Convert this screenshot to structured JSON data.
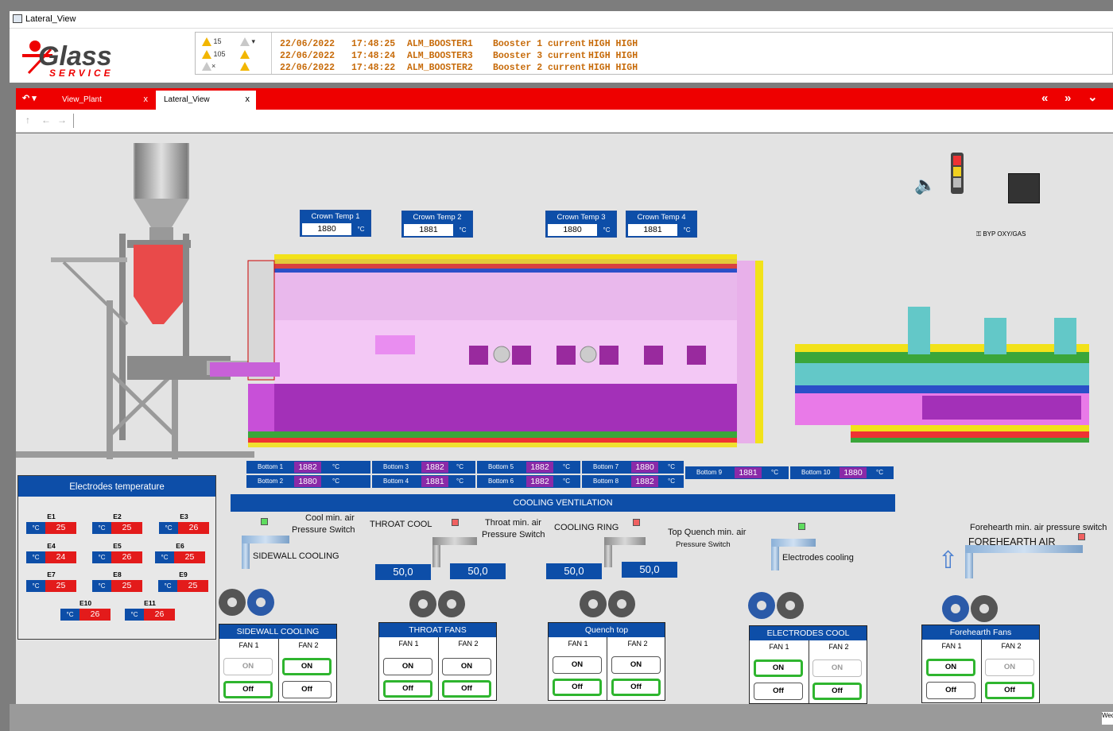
{
  "window": {
    "title": "Lateral_View"
  },
  "logo": {
    "word": "Glass",
    "sub": "SERVICE"
  },
  "alarms": {
    "count1": "15",
    "count2": "105",
    "rows": [
      {
        "date": "22/06/2022",
        "time": "17:48:25",
        "tag": "ALM_BOOSTER1",
        "desc": "Booster 1 current",
        "level": "HIGH HIGH"
      },
      {
        "date": "22/06/2022",
        "time": "17:48:24",
        "tag": "ALM_BOOSTER3",
        "desc": "Booster 3 current",
        "level": "HIGH HIGH"
      },
      {
        "date": "22/06/2022",
        "time": "17:48:22",
        "tag": "ALM_BOOSTER2",
        "desc": "Booster 2 current",
        "level": "HIGH HIGH"
      }
    ]
  },
  "tabs": [
    {
      "label": "View_Plant",
      "close": "x"
    },
    {
      "label": "Lateral_View",
      "close": "x"
    }
  ],
  "tabnav": {
    "prev": "«",
    "next": "»",
    "menu": "⌄"
  },
  "nav": {
    "up": "↑",
    "back": "←",
    "forward": "→"
  },
  "crown": [
    {
      "label": "Crown Temp 1",
      "value": "1880",
      "unit": "°C"
    },
    {
      "label": "Crown Temp 2",
      "value": "1881",
      "unit": "°C"
    },
    {
      "label": "Crown Temp 3",
      "value": "1880",
      "unit": "°C"
    },
    {
      "label": "Crown Temp 4",
      "value": "1881",
      "unit": "°C"
    }
  ],
  "byp": "BYP OXY/GAS",
  "bottom": [
    {
      "label": "Bottom 1",
      "value": "1882",
      "unit": "°C"
    },
    {
      "label": "Bottom 2",
      "value": "1880",
      "unit": "°C"
    },
    {
      "label": "Bottom 3",
      "value": "1882",
      "unit": "°C"
    },
    {
      "label": "Bottom 4",
      "value": "1881",
      "unit": "°C"
    },
    {
      "label": "Bottom 5",
      "value": "1882",
      "unit": "°C"
    },
    {
      "label": "Bottom 6",
      "value": "1882",
      "unit": "°C"
    },
    {
      "label": "Bottom 7",
      "value": "1880",
      "unit": "°C"
    },
    {
      "label": "Bottom 8",
      "value": "1882",
      "unit": "°C"
    },
    {
      "label": "Bottom 9",
      "value": "1881",
      "unit": "°C"
    },
    {
      "label": "Bottom 10",
      "value": "1880",
      "unit": "°C"
    }
  ],
  "electrodes": {
    "title": "Electrodes temperature",
    "unit": "°C",
    "items": [
      {
        "name": "E1",
        "value": "25"
      },
      {
        "name": "E2",
        "value": "25"
      },
      {
        "name": "E3",
        "value": "26"
      },
      {
        "name": "E4",
        "value": "24"
      },
      {
        "name": "E5",
        "value": "26"
      },
      {
        "name": "E6",
        "value": "25"
      },
      {
        "name": "E7",
        "value": "25"
      },
      {
        "name": "E8",
        "value": "25"
      },
      {
        "name": "E9",
        "value": "25"
      },
      {
        "name": "E10",
        "value": "26"
      },
      {
        "name": "E11",
        "value": "26"
      }
    ]
  },
  "cooling": {
    "title": "COOLING VENTILATION",
    "labels": {
      "cool_min_air": "Cool min. air",
      "pressure_switch": "Pressure Switch",
      "sidewall": "SIDEWALL COOLING",
      "throat": "THROAT COOL",
      "throat_min_air": "Throat min. air",
      "throat_ps": "Pressure Switch",
      "cooling_ring": "COOLING RING",
      "top_quench": "Top Quench min. air",
      "top_quench_ps": "Pressure Switch",
      "electrodes_cooling": "Electrodes cooling",
      "forehearth_min": "Forehearth min. air pressure switch",
      "forehearth_air": "FOREHEARTH AIR"
    },
    "readouts": [
      "50,0",
      "50,0",
      "50,0",
      "50,0"
    ],
    "panels": [
      {
        "title": "SIDEWALL COOLING",
        "fan1": "FAN 1",
        "fan2": "FAN 2",
        "on": "ON",
        "off": "Off"
      },
      {
        "title": "THROAT FANS",
        "fan1": "FAN 1",
        "fan2": "FAN 2",
        "on": "ON",
        "off": "Off"
      },
      {
        "title": "Quench top",
        "fan1": "FAN 1",
        "fan2": "FAN 2",
        "on": "ON",
        "off": "Off"
      },
      {
        "title": "ELECTRODES COOL",
        "fan1": "FAN 1",
        "fan2": "FAN 2",
        "on": "ON",
        "off": "Off"
      },
      {
        "title": "Forehearth Fans",
        "fan1": "FAN 1",
        "fan2": "FAN 2",
        "on": "ON",
        "off": "Off"
      }
    ]
  },
  "status_right": "Wed",
  "colors": {
    "accent_red": "#e00000",
    "panel_blue": "#0d4ea8",
    "alarm_text": "#c76b0a",
    "value_red": "#e31b1b",
    "value_purple": "#8a2aa8",
    "on_green": "#2fb52f"
  }
}
